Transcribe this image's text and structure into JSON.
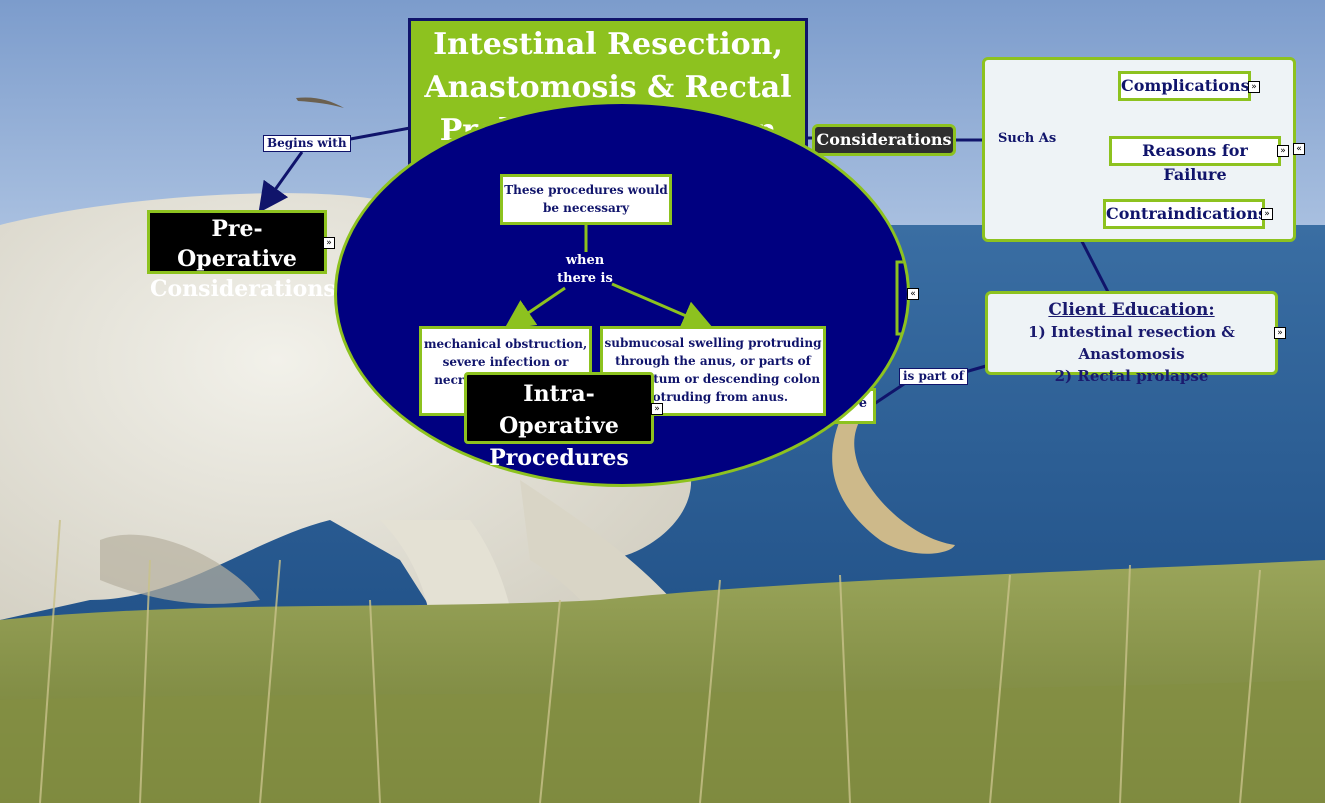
{
  "title": "Intestinal Resection, Anastomosis & Rectal Prolapse Correction",
  "nodes": {
    "pre_operative": "Pre- Operative Considerations",
    "intra_operative": "Intra-Operative Procedures",
    "considerations": "Considerations",
    "complications": "Complications",
    "reasons_for_failure": "Reasons for Failure",
    "contraindications": "Contraindications",
    "client_education_title": "Client Education:",
    "client_education_item1": "1) Intestinal resection & Anastomosis",
    "client_education_item2": "2) Rectal prolapse",
    "partial_box_text": "e"
  },
  "links": {
    "begins_with": "Begins with",
    "such_as": "Such As",
    "is_part_of": "is part of"
  },
  "popup": {
    "top_box": "These procedures would be necessary",
    "connector": "when there is",
    "left_box": "mechanical obstruction, severe infection or necrosis of the bowel and",
    "right_box": "submucosal swelling protruding through the anus, or parts of the rectum or descending colon protruding from anus."
  },
  "icons": {
    "expand": "»",
    "collapse": "«"
  },
  "colors": {
    "accent_green": "#8dc21f",
    "navy": "#10146b",
    "ellipse": "#000080"
  }
}
